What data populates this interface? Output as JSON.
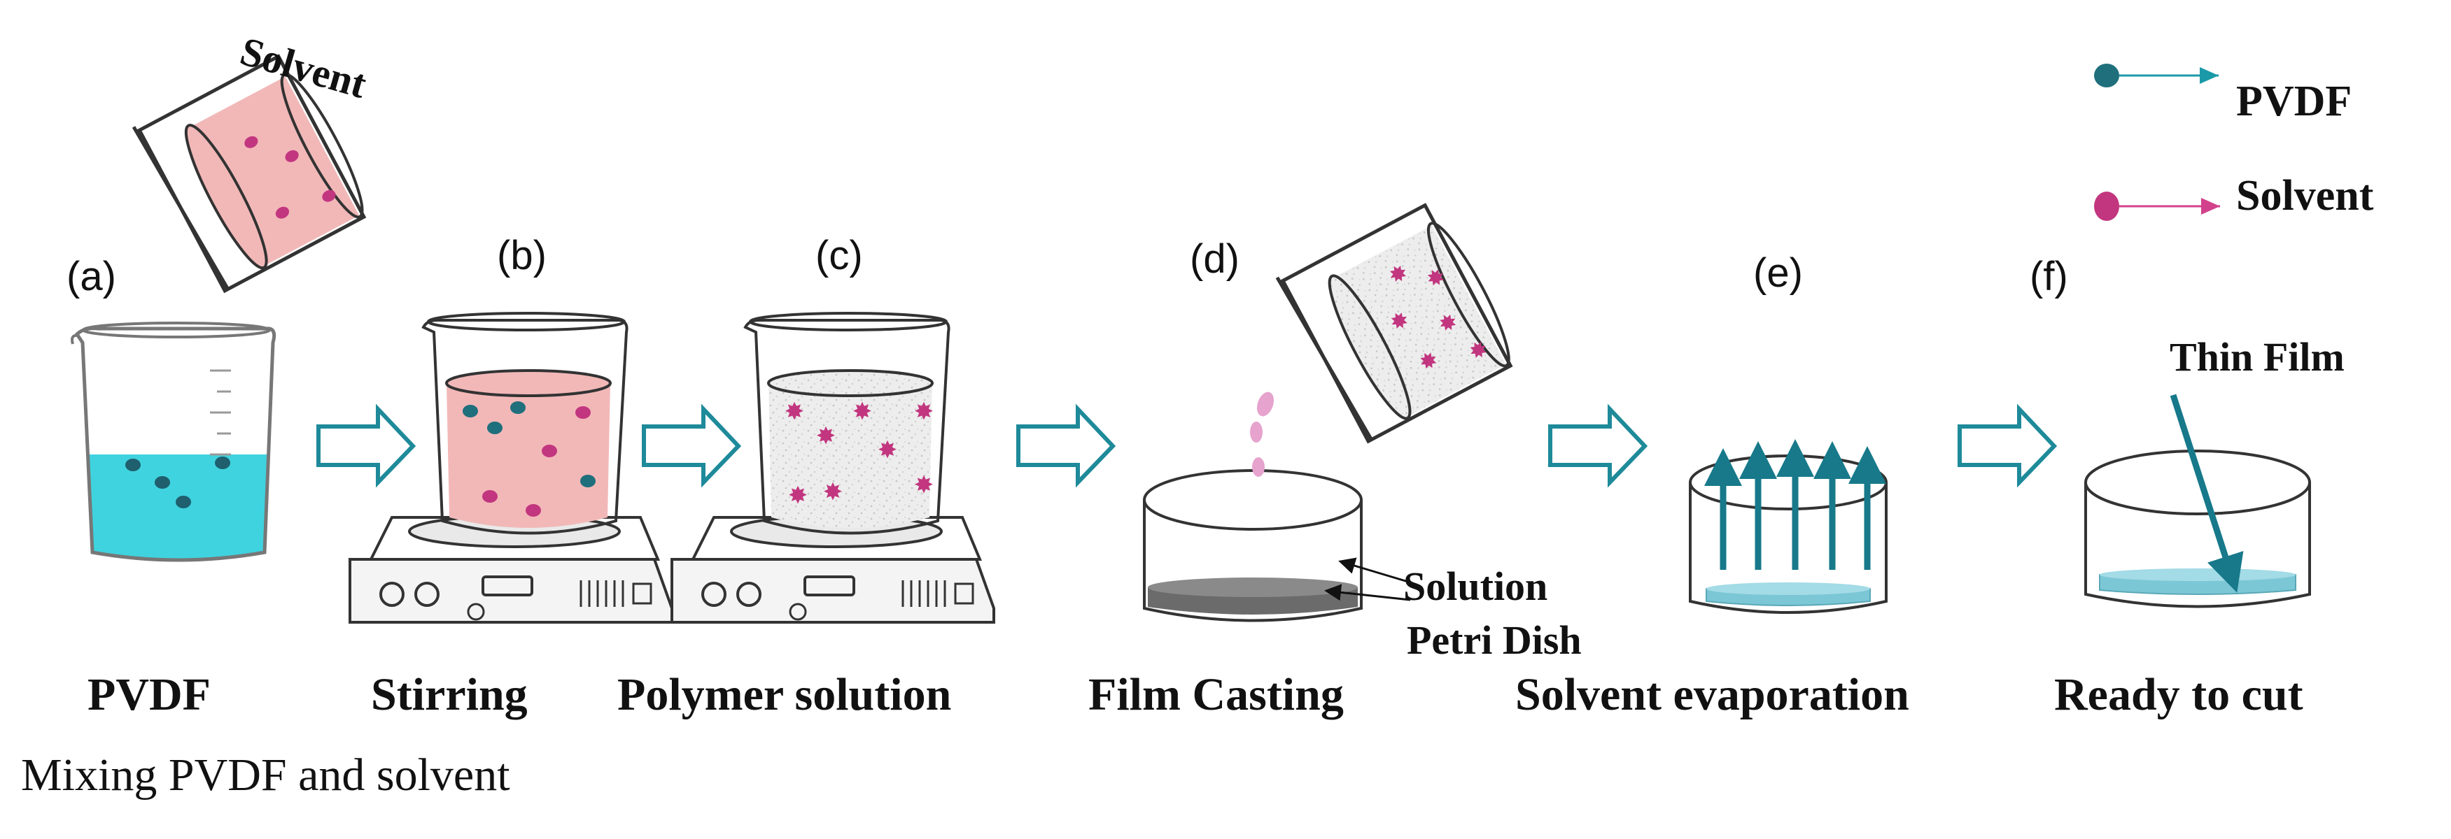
{
  "diagram": {
    "steps": [
      {
        "tag": "(a)",
        "caption": "PVDF"
      },
      {
        "tag": "(b)",
        "caption": "Stirring"
      },
      {
        "tag": "(c)",
        "caption": "Polymer solution"
      },
      {
        "tag": "(d)",
        "caption": "Film Casting"
      },
      {
        "tag": "(e)",
        "caption": "Solvent evaporation"
      },
      {
        "tag": "(f)",
        "caption": "Ready to cut"
      }
    ],
    "subcaption": "Mixing PVDF  and solvent",
    "annotations": {
      "pouring_beaker_label": "Solvent",
      "solution": "Solution",
      "petri_dish": "Petri Dish",
      "thin_film": "Thin Film"
    },
    "legend": [
      {
        "label": "PVDF",
        "color": "#1f6f7c",
        "line": "#1a9aa8"
      },
      {
        "label": "Solvent",
        "color": "#c2367f",
        "line": "#d2428c"
      }
    ],
    "colors": {
      "flow_arrow": "#1e8a9a",
      "pvdf_liquid": "#3fd3df",
      "pink_solution": "#f2b8b8",
      "gray_solution": "#e6e6e6",
      "film": "#7cc7d6",
      "evap_arrow": "#17798a"
    }
  }
}
